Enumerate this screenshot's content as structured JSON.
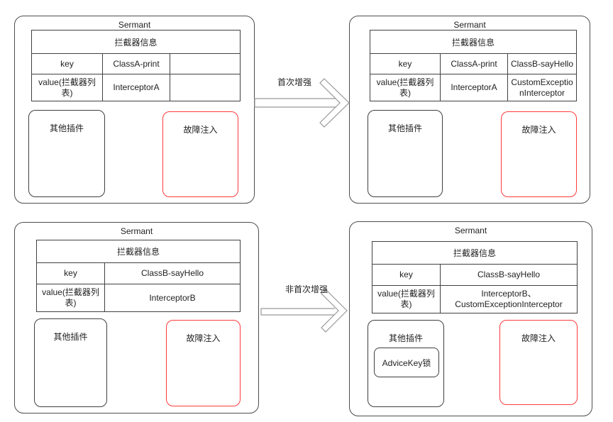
{
  "diagram": {
    "panels": [
      {
        "title": "Sermant",
        "table": {
          "header": "拦截器信息",
          "rows": [
            [
              "key",
              "ClassA-print",
              ""
            ],
            [
              "value(拦截器列\n表)",
              "InterceptorA",
              ""
            ]
          ]
        },
        "other_plugins": "其他插件",
        "fault_injection": "故障注入"
      },
      {
        "title": "Sermant",
        "table": {
          "header": "拦截器信息",
          "rows": [
            [
              "key",
              "ClassA-print",
              "ClassB-sayHello"
            ],
            [
              "value(拦截器列\n表)",
              "InterceptorA",
              "CustomExceptio\nnInterceptor"
            ]
          ]
        },
        "other_plugins": "其他插件",
        "fault_injection": "故障注入"
      },
      {
        "title": "Sermant",
        "table": {
          "header": "拦截器信息",
          "rows": [
            [
              "key",
              "ClassB-sayHello"
            ],
            [
              "value(拦截器列\n表)",
              "InterceptorB"
            ]
          ]
        },
        "other_plugins": "其他插件",
        "fault_injection": "故障注入"
      },
      {
        "title": "Sermant",
        "table": {
          "header": "拦截器信息",
          "rows": [
            [
              "key",
              "ClassB-sayHello"
            ],
            [
              "value(拦截器列\n表)",
              "InterceptorB、\nCustomExceptionInterceptor"
            ]
          ]
        },
        "other_plugins": "其他插件",
        "advice_key_lock": "AdviceKey锁",
        "fault_injection": "故障注入"
      }
    ],
    "arrows": [
      {
        "label": "首次增强"
      },
      {
        "label": "非首次增强"
      }
    ],
    "colors": {
      "panel_border": "#4d4d4d",
      "table_border": "#404040",
      "fault_box_border": "#ff3b3b",
      "arrow_outline": "#999999",
      "text": "#1f1f1f"
    }
  }
}
